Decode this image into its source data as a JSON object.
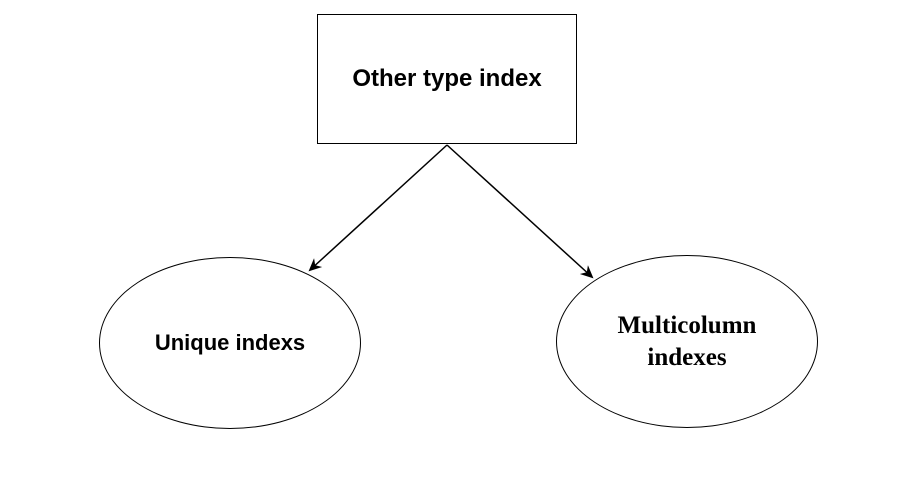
{
  "diagram": {
    "root": {
      "label": "Other type index"
    },
    "children": [
      {
        "label": "Unique indexs"
      },
      {
        "label": "Multicolumn indexes"
      }
    ]
  },
  "colors": {
    "stroke": "#000000",
    "background": "#ffffff"
  }
}
